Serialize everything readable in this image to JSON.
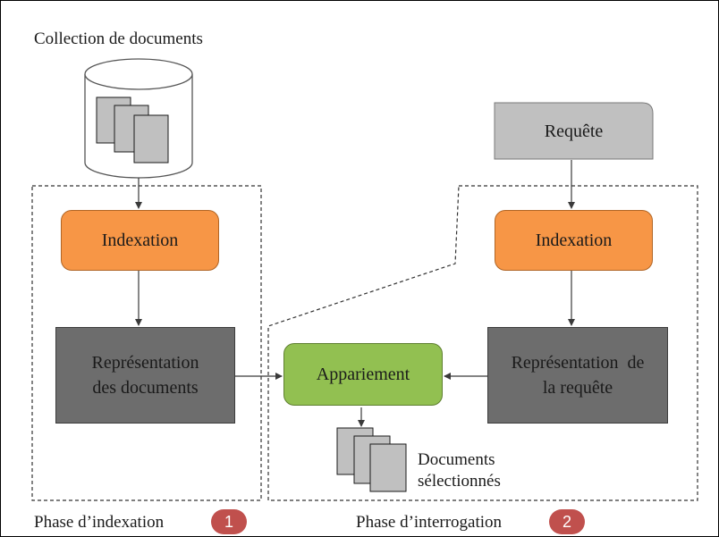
{
  "collection_label": "Collection de documents",
  "query_box": "Requête",
  "left_phase": {
    "indexation": "Indexation",
    "representation_line1": "Représentation",
    "representation_line2": "des documents",
    "label": "Phase d’indexation",
    "number": "1"
  },
  "right_phase": {
    "indexation": "Indexation",
    "representation_line1": "Représentation  de",
    "representation_line2": "la requête",
    "label": "Phase d’interrogation",
    "number": "2"
  },
  "matching": "Appariement",
  "results_line1": "Documents",
  "results_line2": "sélectionnés",
  "colors": {
    "indexation": "#f79646",
    "matching": "#92c051",
    "representation": "#6d6d6d",
    "query": "#c0c0c0",
    "document": "#c0c0c0",
    "badge": "#c0504d"
  }
}
